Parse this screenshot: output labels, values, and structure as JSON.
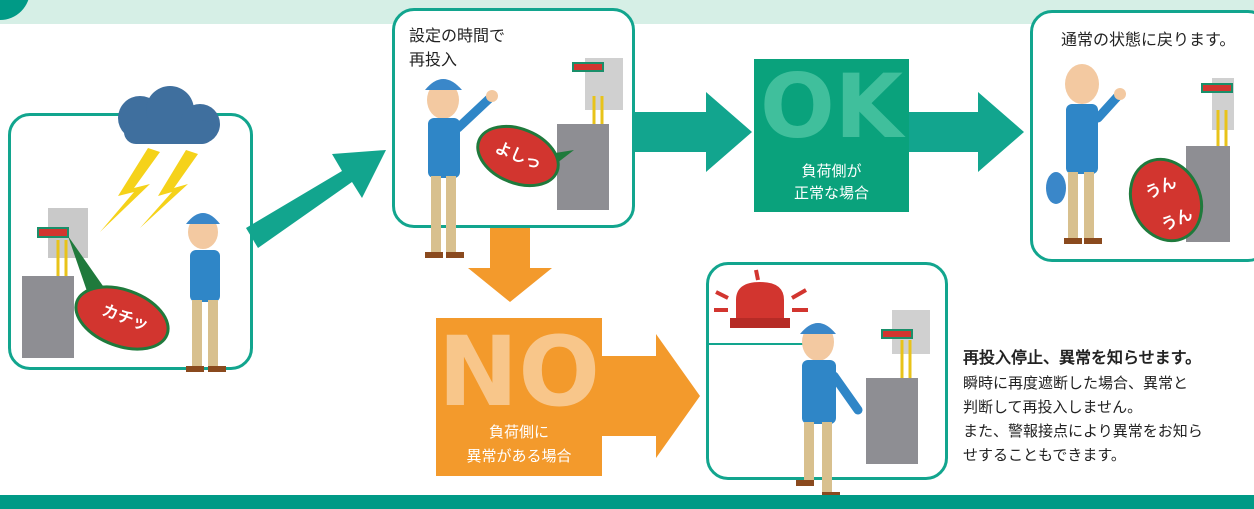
{
  "panels": {
    "reclose": {
      "line1": "設定の時間で",
      "line2": "再投入"
    },
    "normal": {
      "caption": "通常の状態に戻ります。"
    }
  },
  "bubbles": {
    "trip": "カチッ",
    "ok": "よしっ",
    "nod1": "うん",
    "nod2": "うん"
  },
  "ok_box": {
    "big": "OK",
    "line1": "負荷側が",
    "line2": "正常な場合"
  },
  "no_box": {
    "big": "NO",
    "line1": "負荷側に",
    "line2": "異常がある場合"
  },
  "abnormal": {
    "heading": "再投入停止、異常を知らせます。",
    "lines": [
      "瞬時に再度遮断した場合、異常と",
      "判断して再投入しません。",
      "また、警報接点により異常をお知ら",
      "せすることもできます。"
    ]
  },
  "colors": {
    "teal": "#12a58e",
    "orange": "#f39a2c",
    "red": "#d2352f",
    "green": "#0aa27c"
  }
}
